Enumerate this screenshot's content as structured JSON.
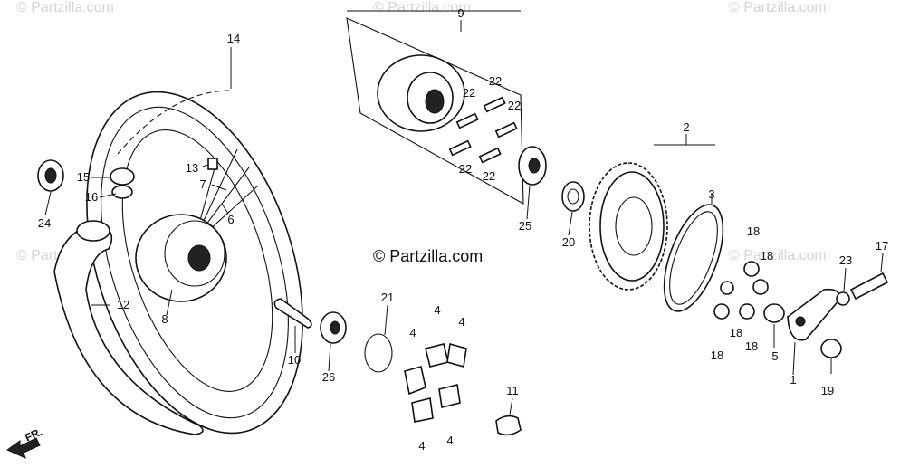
{
  "watermarks": {
    "top_left": "© Partzilla.com",
    "top_center": "© Partzilla.com",
    "top_right": "© Partzilla.com",
    "mid_left": "© Partzilla.com",
    "mid_right": "© Partzilla.com",
    "center": "© Partzilla.com"
  },
  "direction_marker": "FR.",
  "part_numbers": {
    "p1": "1",
    "p2": "2",
    "p3": "3",
    "p4": "4",
    "p5": "5",
    "p6": "6",
    "p7": "7",
    "p8": "8",
    "p9": "9",
    "p10": "10",
    "p11": "11",
    "p12": "12",
    "p13": "13",
    "p14": "14",
    "p15": "15",
    "p16": "16",
    "p17": "17",
    "p18": "18",
    "p19": "19",
    "p20": "20",
    "p21": "21",
    "p22": "22",
    "p23": "23",
    "p24": "24",
    "p25": "25",
    "p26": "26"
  },
  "colors": {
    "line": "#111111",
    "watermark": "#d4d4d4",
    "background": "#ffffff"
  }
}
